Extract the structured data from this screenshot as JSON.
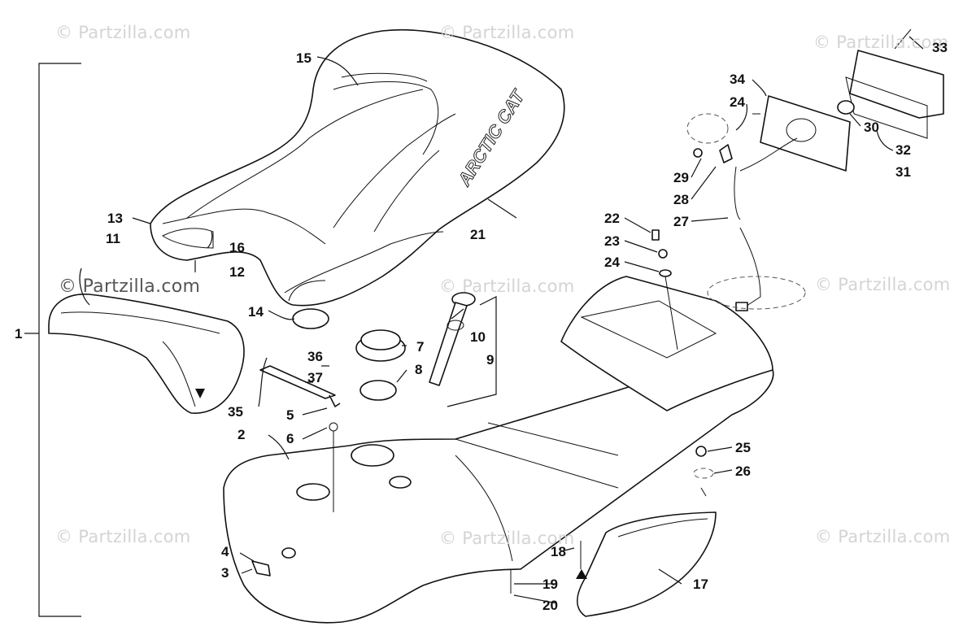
{
  "watermark": {
    "text": "© Partzilla.com",
    "highlighted_text": "© Partzilla.com"
  },
  "seat_brand": "ARCTIC CAT",
  "callouts": [
    "1",
    "2",
    "3",
    "4",
    "5",
    "6",
    "7",
    "8",
    "9",
    "10",
    "11",
    "12",
    "13",
    "14",
    "15",
    "16",
    "17",
    "18",
    "19",
    "20",
    "21",
    "22",
    "23",
    "24",
    "24",
    "25",
    "26",
    "27",
    "28",
    "29",
    "30",
    "31",
    "32",
    "33",
    "34",
    "35",
    "36",
    "37"
  ]
}
